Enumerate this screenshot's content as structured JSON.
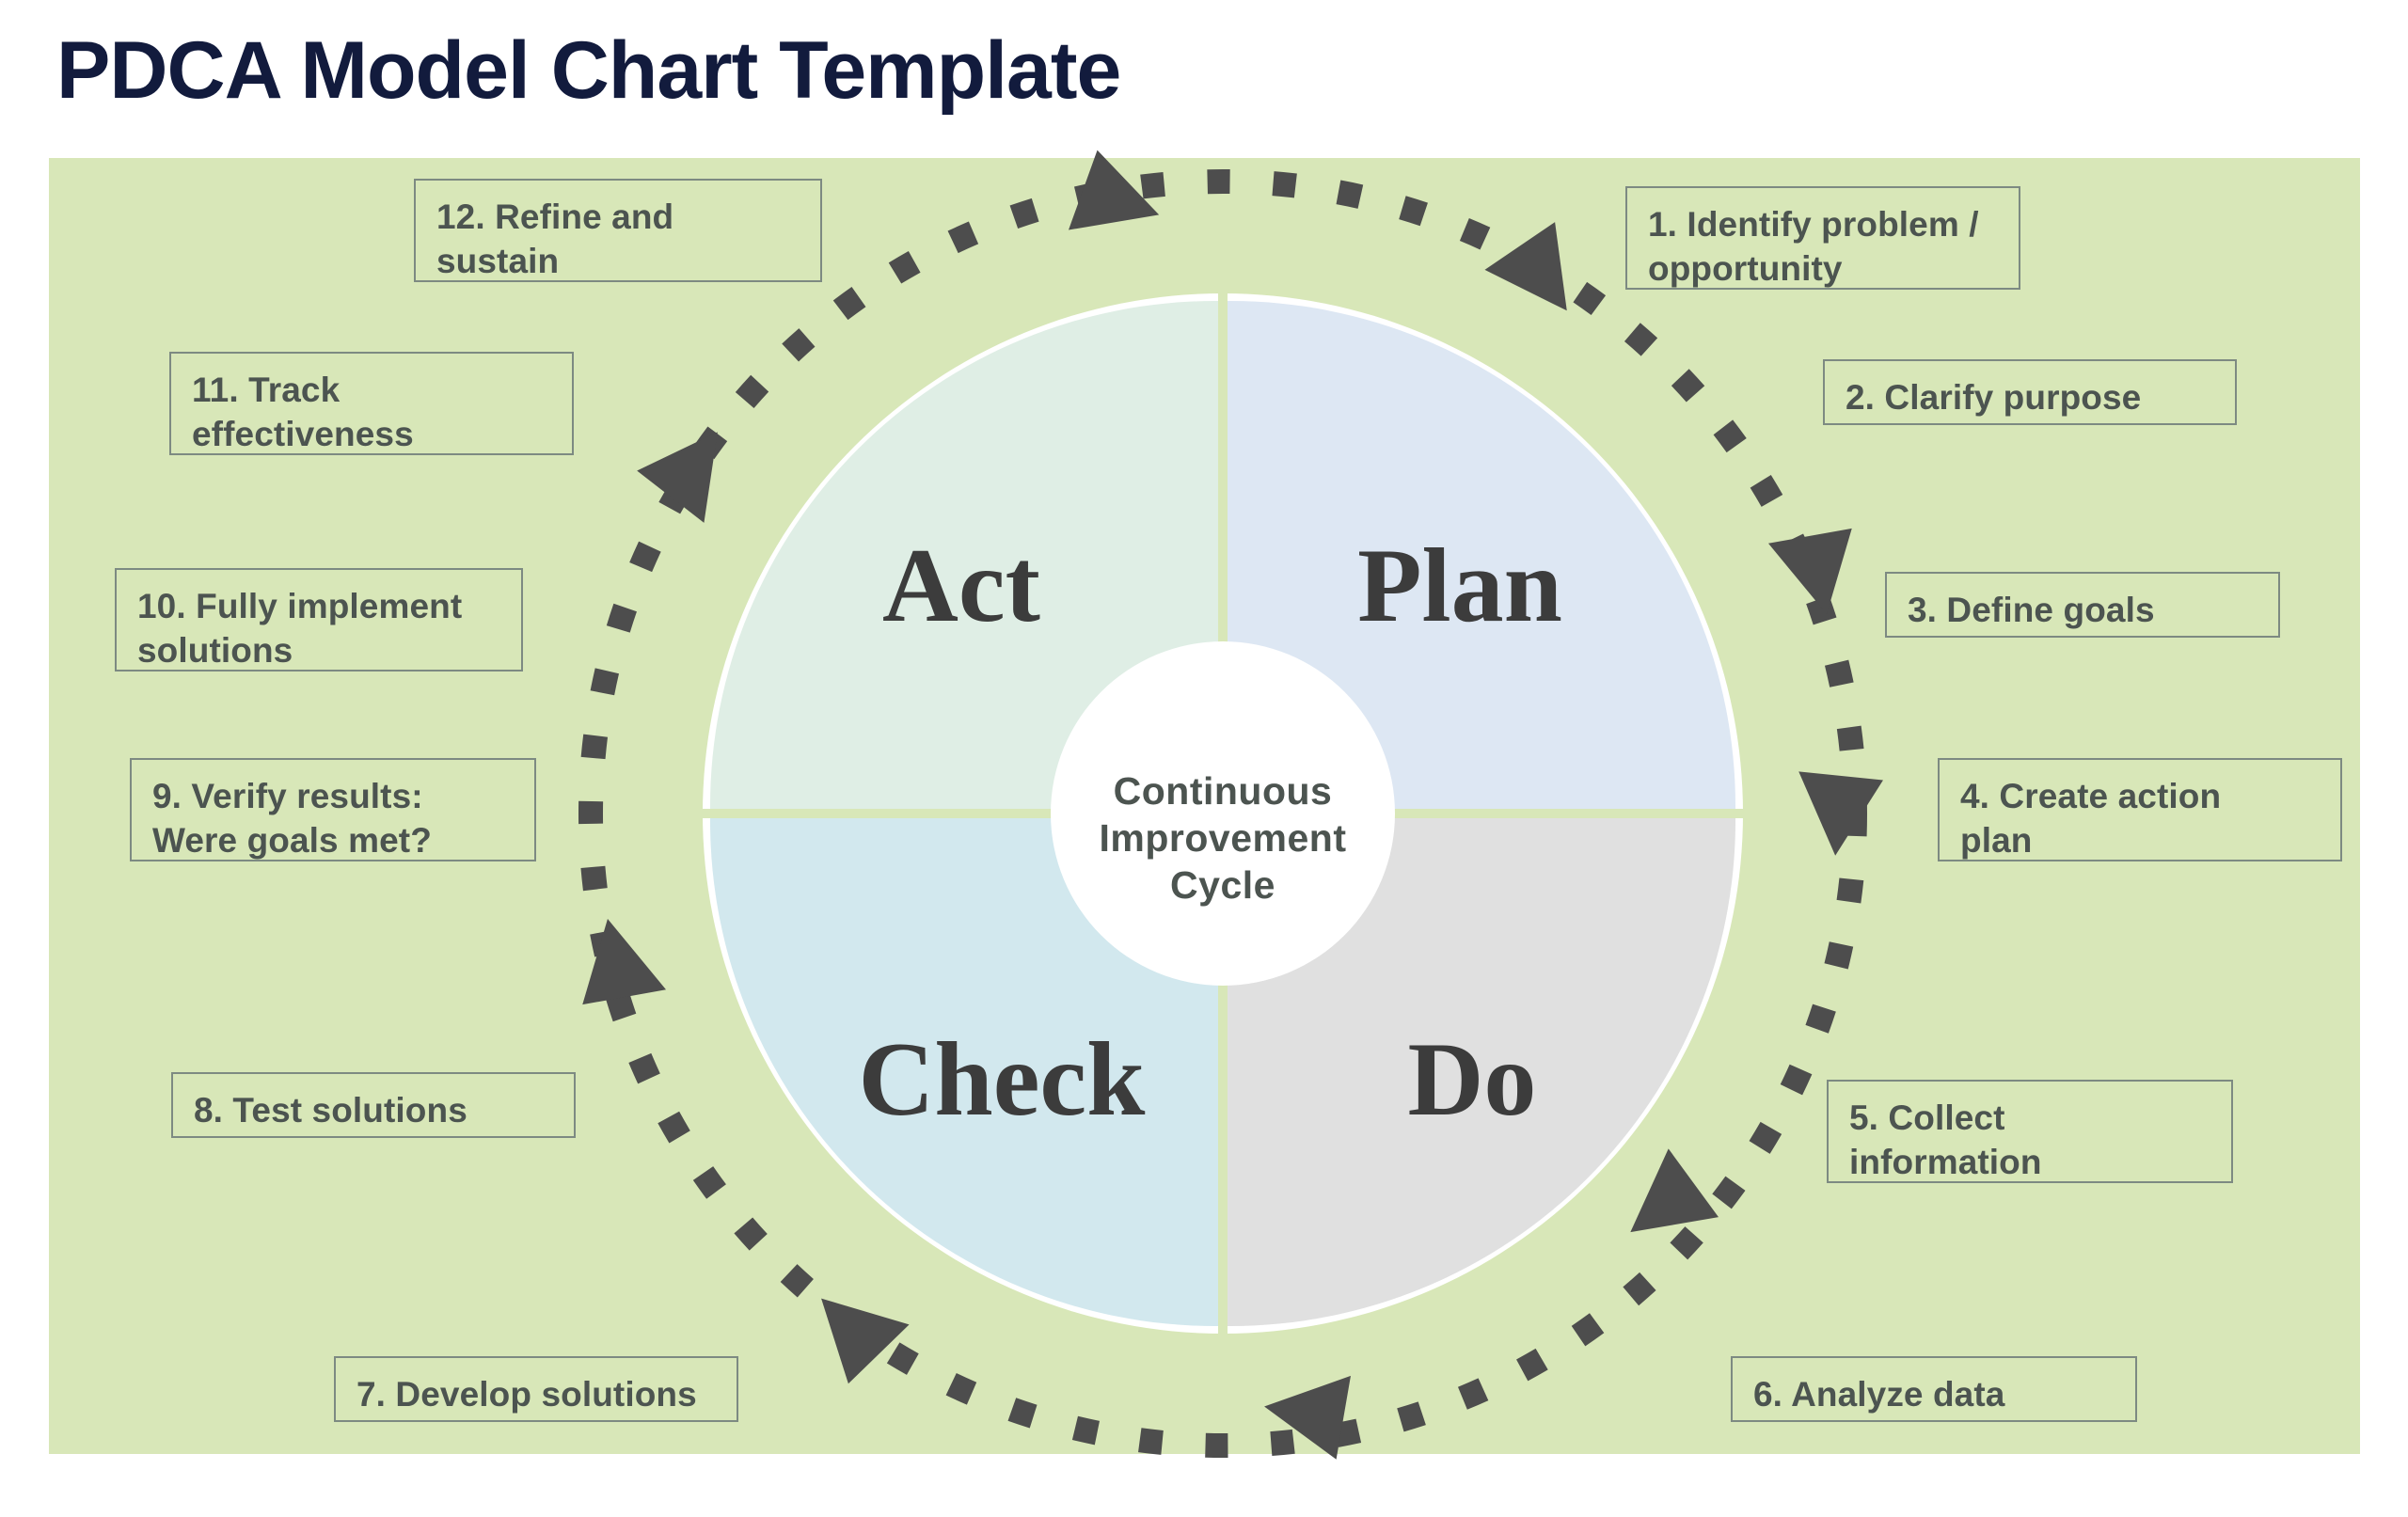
{
  "page": {
    "title": "PDCA Model Chart Template",
    "title_color": "#121b3d",
    "panel_color": "#d8e7b8",
    "background_color": "#ffffff"
  },
  "diagram": {
    "type": "cycle-diagram",
    "center": {
      "line1": "Continuous",
      "line2": "Improvement",
      "line3": "Cycle",
      "fill": "#ffffff"
    },
    "quadrants": [
      {
        "label": "Plan",
        "position": "top-right",
        "color": "#dde7f3"
      },
      {
        "label": "Do",
        "position": "bottom-right",
        "color": "#e0e0e0"
      },
      {
        "label": "Check",
        "position": "bottom-left",
        "color": "#d2e8ee"
      },
      {
        "label": "Act",
        "position": "top-left",
        "color": "#dfeee5"
      }
    ],
    "arrow_color": "#4d4d4d",
    "arrow_direction": "clockwise",
    "ring_stroke": "#ffffff"
  },
  "steps": [
    {
      "n": 1,
      "text": "1. Identify problem /\nopportunity"
    },
    {
      "n": 2,
      "text": "2. Clarify purpose"
    },
    {
      "n": 3,
      "text": "3. Define goals"
    },
    {
      "n": 4,
      "text": "4. Create action\nplan"
    },
    {
      "n": 5,
      "text": "5. Collect\ninformation"
    },
    {
      "n": 6,
      "text": "6. Analyze data"
    },
    {
      "n": 7,
      "text": "7. Develop solutions"
    },
    {
      "n": 8,
      "text": "8. Test solutions"
    },
    {
      "n": 9,
      "text": "9. Verify results:\nWere goals met?"
    },
    {
      "n": 10,
      "text": "10. Fully implement\nsolutions"
    },
    {
      "n": 11,
      "text": "11. Track\neffectiveness"
    },
    {
      "n": 12,
      "text": "12. Refine and\nsustain"
    }
  ],
  "style": {
    "box_border_color": "#7d8a82",
    "box_text_color": "#4c5450",
    "quadrant_text_color": "#3c3c3c"
  }
}
